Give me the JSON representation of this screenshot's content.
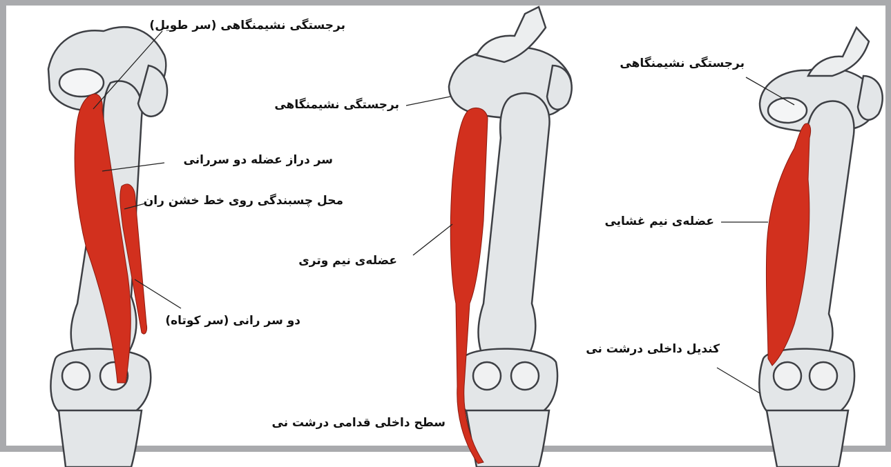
{
  "labels": {
    "left_ischial_long_head": "برجستگی نشیمنگاهی (سر طویل)",
    "left_long_head_biceps": "سر دراز عضله دو سررانی",
    "left_linea_aspera_attachment": "محل چسبندگی روی خط خشن ران",
    "left_short_head": "دو سر رانی (سر کوتاه)",
    "middle_ischial": "برجستگی نشیمنگاهی",
    "middle_semitendinosus": "عضله‌ی نیم وتری",
    "middle_tibia_surface": "سطح داخلی قدامی درشت نی",
    "right_ischial": "برجستگی نشیمنگاهی",
    "right_semimembranosus": "عضله‌ی نیم غشایی",
    "right_medial_condyle": "کندیل داخلی درشت نی"
  },
  "colors": {
    "frame": "#a9aaad",
    "bone_fill": "#e3e6e8",
    "bone_stroke": "#3d3f44",
    "muscle": "#d2301e",
    "leader_line": "#222222"
  }
}
